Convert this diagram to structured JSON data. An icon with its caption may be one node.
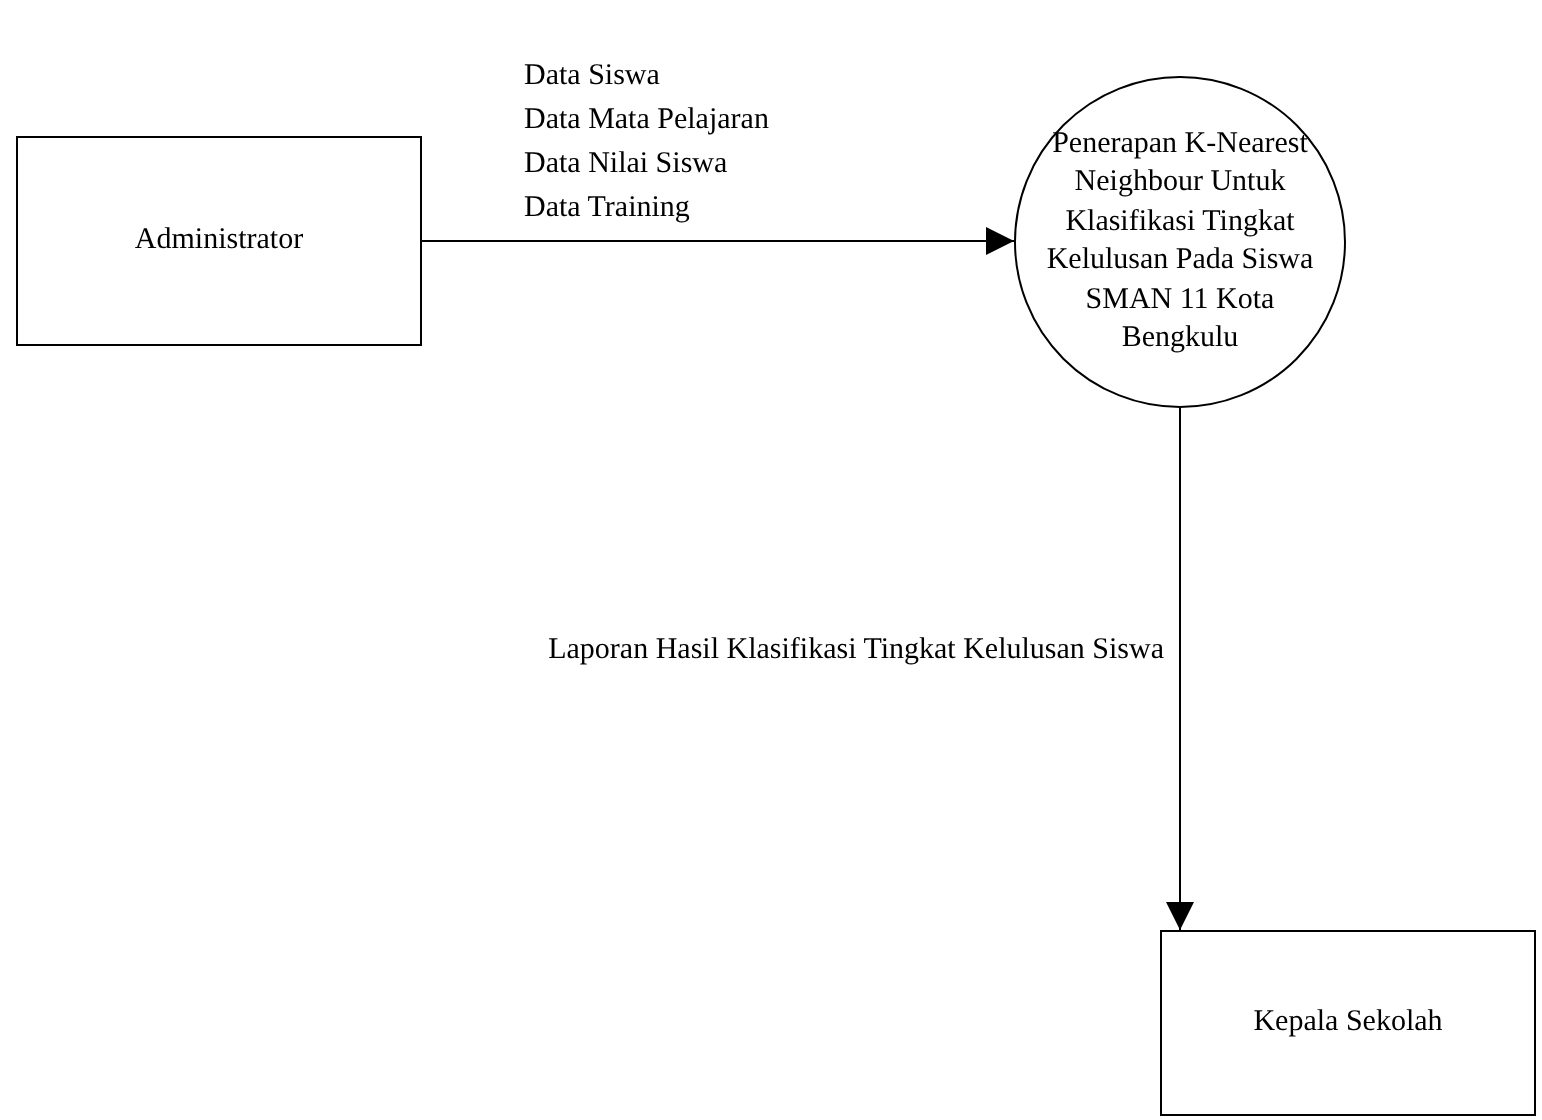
{
  "diagram": {
    "nodes": [
      {
        "text": [
          "Administrator"
        ]
      },
      {
        "text": [
          "Penerapan K-Nearest Neighbour Untuk Klasifikasi Tingkat Kelulusan Pada Siswa SMAN 11 Kota Bengkulu"
        ]
      },
      {
        "text": [
          "Kepala Sekolah"
        ]
      }
    ],
    "edges": [
      {
        "from": 0,
        "to": 1,
        "arrow": "to"
      },
      {
        "from": 1,
        "to": 2,
        "arrow": "to",
        "label": "Laporan Hasil Klasifikasi Tingkat Kelulusan Siswa"
      }
    ],
    "labels": [
      "Data Siswa",
      "Data Mata Pelajaran",
      "Data Nilai Siswa",
      "Data Training"
    ]
  }
}
